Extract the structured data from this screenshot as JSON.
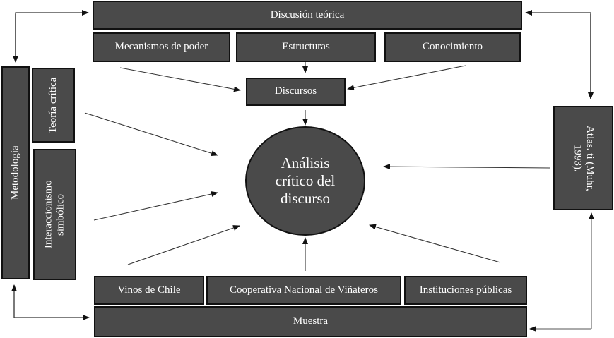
{
  "diagram": {
    "top": {
      "title": "Discusión teórica",
      "children": [
        "Mecanismos de poder",
        "Estructuras",
        "Conocimiento"
      ]
    },
    "discursos": "Discursos",
    "center": "Análisis crítico del discurso",
    "left": {
      "title": "Metodología",
      "children": [
        "Teoría crítica",
        "Interaccionismo simbólico"
      ]
    },
    "right": {
      "title": "Atlas. ti (Muhr, 1993)."
    },
    "bottom": {
      "title": "Muestra",
      "children": [
        "Vinos de Chile",
        "Cooperativa Nacional de Viñateros",
        "Instituciones públicas"
      ]
    },
    "colors": {
      "box_fill": "#4a4a4a",
      "box_border": "#111111",
      "text": "#ffffff",
      "arrow": "#222222"
    }
  }
}
